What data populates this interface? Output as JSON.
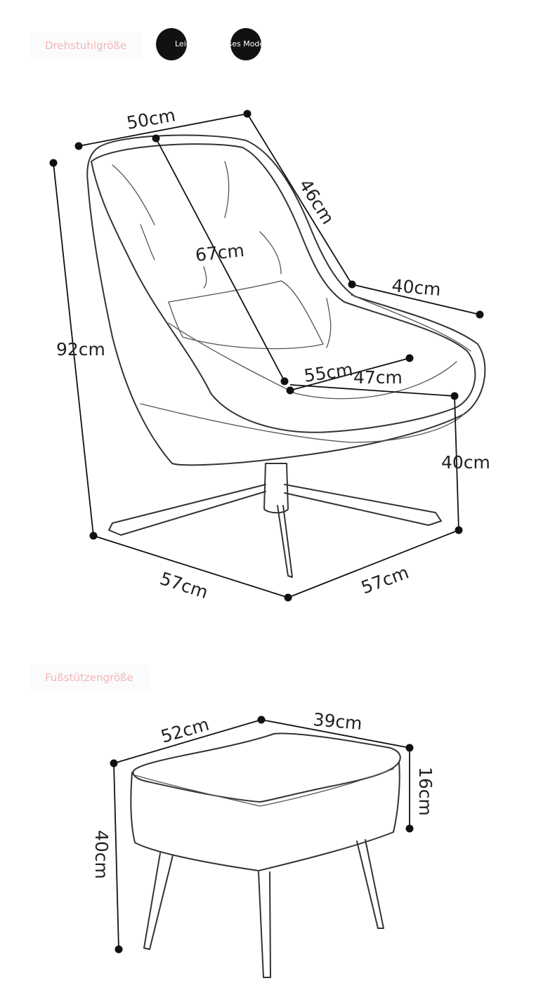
{
  "labels": {
    "chair_size": "Drehstuhlgröße",
    "footrest_size": "Fußstützengröße"
  },
  "model_tabs": {
    "text": "Leichtes Luxuses Modell"
  },
  "chair_dimensions": {
    "top_width": "50cm",
    "top_depth": "46cm",
    "back_height": "67cm",
    "arm_depth": "40cm",
    "total_height": "92cm",
    "seat_width": "55cm",
    "seat_depth": "47cm",
    "seat_height": "40cm",
    "base_left": "57cm",
    "base_right": "57cm"
  },
  "stool_dimensions": {
    "width": "52cm",
    "depth": "39cm",
    "cushion_height": "16cm",
    "total_height": "40cm"
  }
}
